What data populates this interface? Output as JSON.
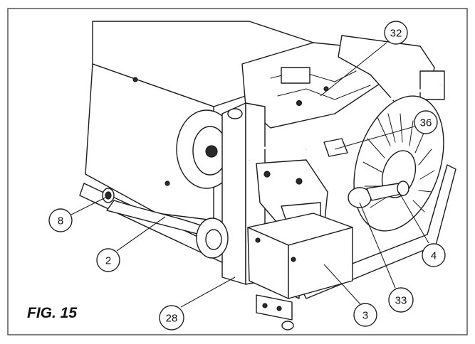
{
  "figure": {
    "label": "FIG. 15",
    "callouts": [
      {
        "id": "32",
        "text": "32"
      },
      {
        "id": "36",
        "text": "36"
      },
      {
        "id": "8",
        "text": "8"
      },
      {
        "id": "2",
        "text": "2"
      },
      {
        "id": "4",
        "text": "4"
      },
      {
        "id": "33",
        "text": "33"
      },
      {
        "id": "3",
        "text": "3"
      },
      {
        "id": "28",
        "text": "28"
      }
    ],
    "colors": {
      "ink": "#1a1a1a",
      "paper": "#ffffff",
      "frame": "#555555"
    }
  }
}
